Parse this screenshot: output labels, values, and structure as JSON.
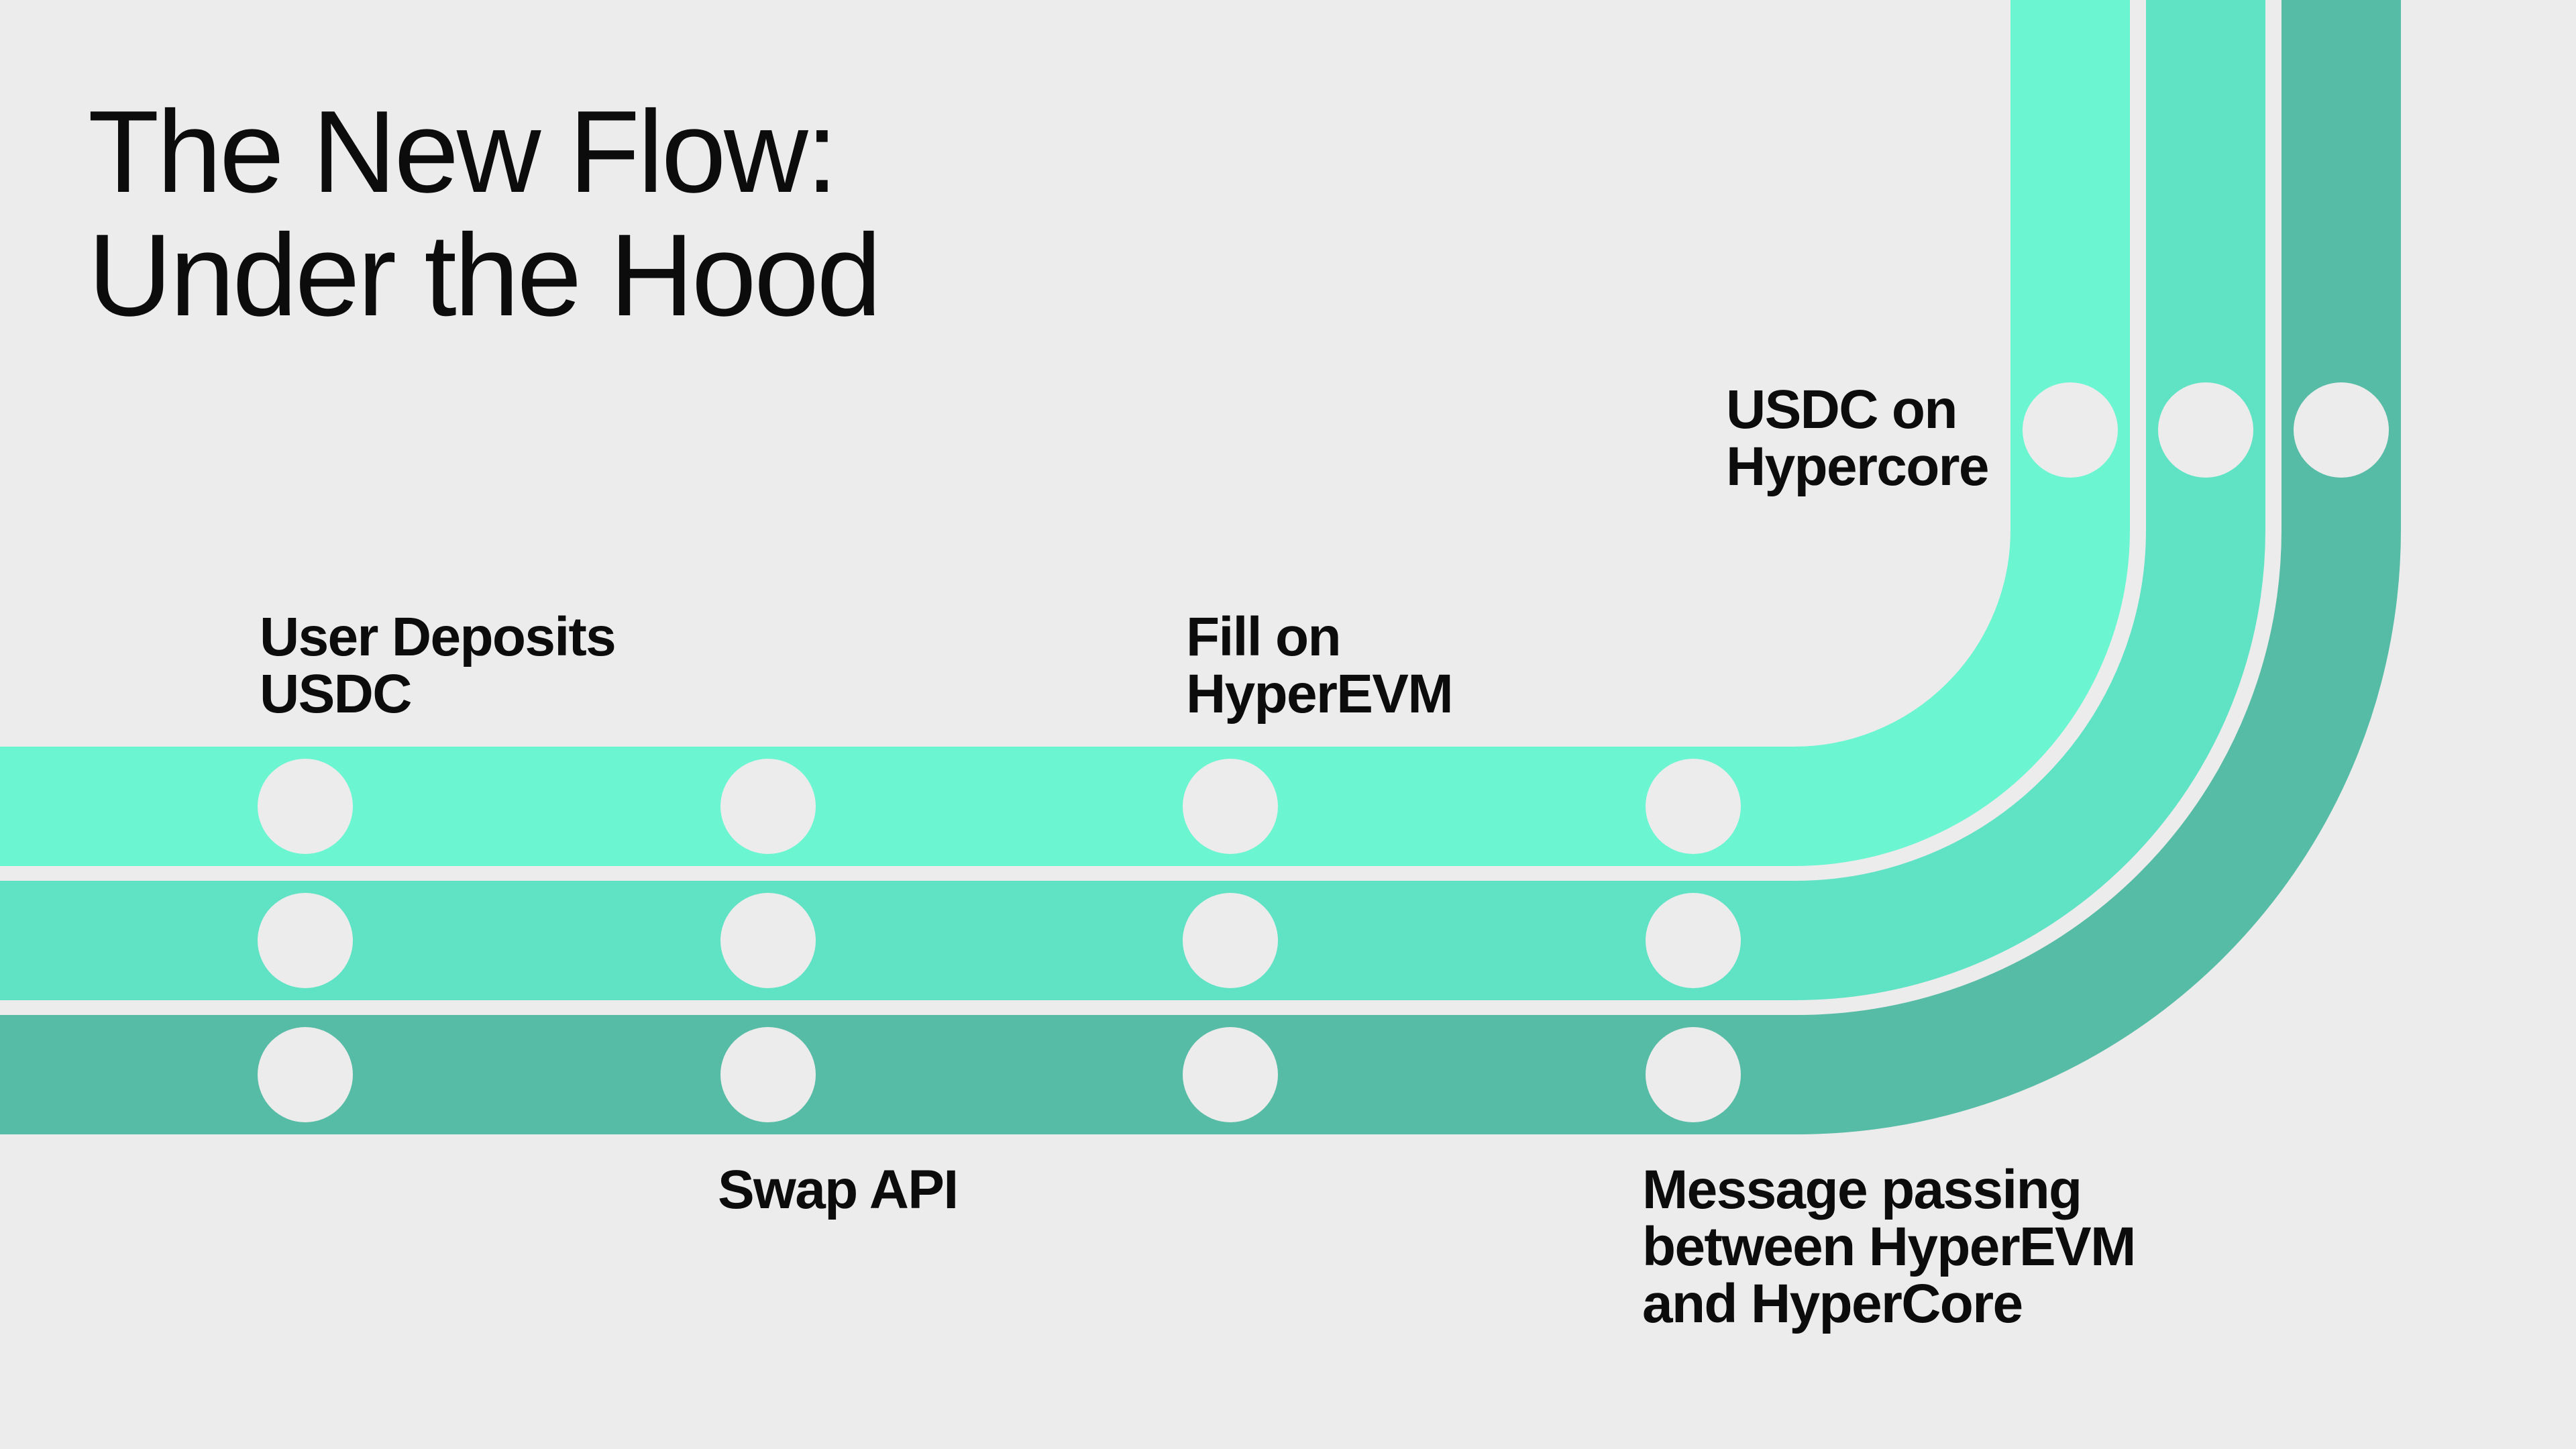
{
  "title": "The New Flow:\nUnder the Hood",
  "labels": {
    "user_deposits": "User Deposits\nUSDC",
    "swap_api": "Swap API",
    "fill_on_hyperevm": "Fill on\nHyperEVM",
    "message_passing": "Message passing\nbetween HyperEVM\nand HyperCore",
    "usdc_on_hypercore": "USDC on\nHypercore"
  },
  "colors": {
    "background": "#ECECEC",
    "text": "#0C0C0C",
    "track_top": "#6CF5D1",
    "track_middle": "#5FE3C4",
    "track_bottom": "#56BCA6",
    "station_dot": "#ECECEC"
  },
  "diagram": {
    "type": "subway-style-flow",
    "track_names": [
      "top-track",
      "middle-track",
      "bottom-track"
    ],
    "flow_steps": [
      "User Deposits USDC",
      "Swap API",
      "Fill on HyperEVM",
      "Message passing between HyperEVM and HyperCore",
      "USDC on Hypercore"
    ],
    "station_columns_on_horizontal_run": 4,
    "stations_on_vertical_run": 3
  }
}
